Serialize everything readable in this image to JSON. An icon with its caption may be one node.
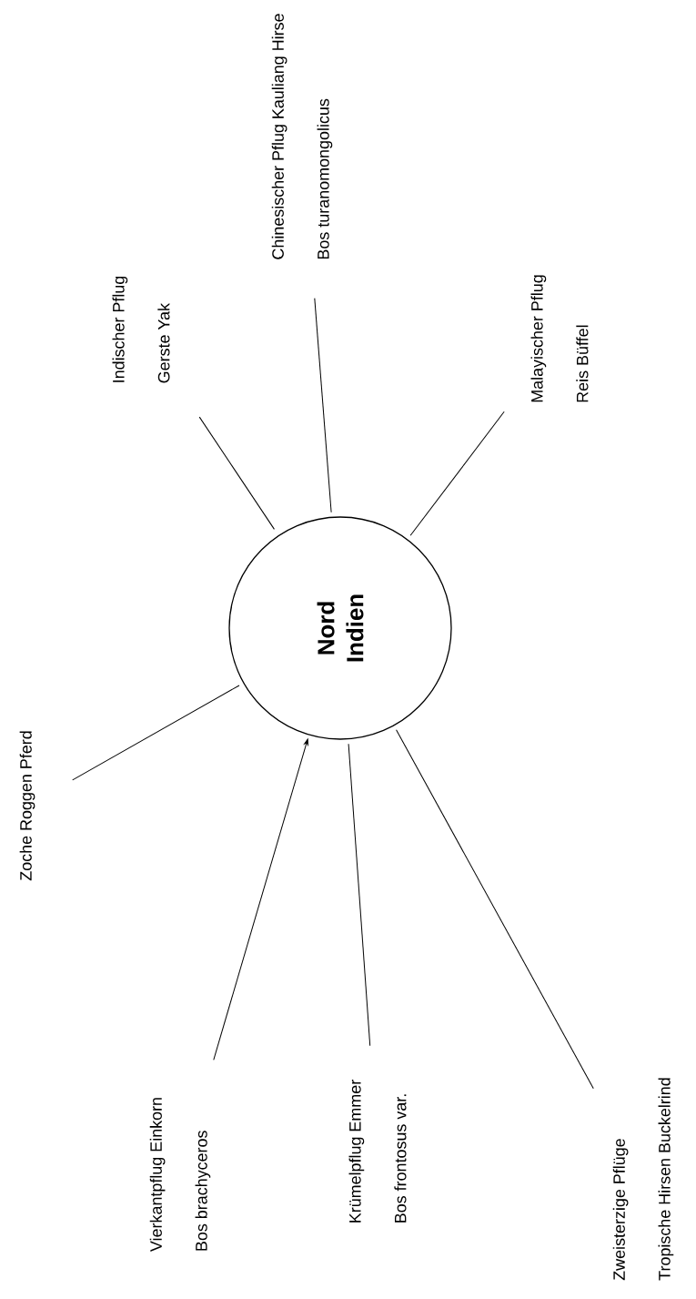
{
  "diagram": {
    "nodes": [
      {
        "text": [
          "Nord Indien"
        ]
      },
      {
        "text": [
          "Zoche Roggen Pferd"
        ]
      },
      {
        "text": [
          "Vierkantpflug Einkorn",
          "Bos brachyceros"
        ]
      },
      {
        "text": [
          "Krümelpflug Emmer",
          "Bos frontosus var."
        ]
      },
      {
        "text": [
          "Zweisterzige Pflüge",
          "Tropische Hirsen Buckelrind"
        ]
      },
      {
        "text": [
          "Indischer Pflug",
          "Gerste Yak"
        ]
      },
      {
        "text": [
          "Chinesischer Pflug Kauliang Hirse",
          "Bos turanomongolicus"
        ]
      },
      {
        "text": [
          "Malayischer Pflug",
          "Reis Büffel"
        ]
      }
    ],
    "edges": [
      {
        "from": 1,
        "to": 0,
        "arrow": "none"
      },
      {
        "from": 2,
        "to": 0,
        "arrow": "to"
      },
      {
        "from": 3,
        "to": 0,
        "arrow": "none"
      },
      {
        "from": 4,
        "to": 0,
        "arrow": "none"
      },
      {
        "from": 5,
        "to": 0,
        "arrow": "none"
      },
      {
        "from": 6,
        "to": 0,
        "arrow": "none"
      },
      {
        "from": 7,
        "to": 0,
        "arrow": "none"
      }
    ]
  }
}
